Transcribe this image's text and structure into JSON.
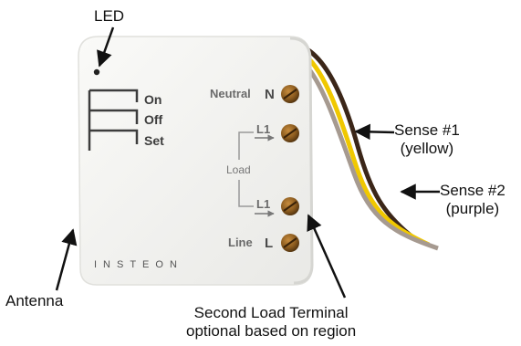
{
  "callouts": {
    "led": "LED",
    "sense1_line1": "Sense #1",
    "sense1_line2": "(yellow)",
    "sense2_line1": "Sense #2",
    "sense2_line2": "(purple)",
    "antenna": "Antenna",
    "second_load_line1": "Second Load Terminal",
    "second_load_line2": "optional based on region"
  },
  "device": {
    "buttons": [
      "On",
      "Off",
      "Set"
    ],
    "terminals": {
      "neutral_label": "Neutral",
      "neutral_letter": "N",
      "l1_top": "L1",
      "load_label": "Load",
      "l1_bottom": "L1",
      "line_label": "Line",
      "line_letter": "L"
    },
    "brand": "INSTEON"
  },
  "colors": {
    "device_body": "#f4f4f2",
    "wire_brown": "#3b2618",
    "wire_yellow": "#f0c800",
    "wire_gray": "#a69a90",
    "screw": "#8a5a1e"
  }
}
